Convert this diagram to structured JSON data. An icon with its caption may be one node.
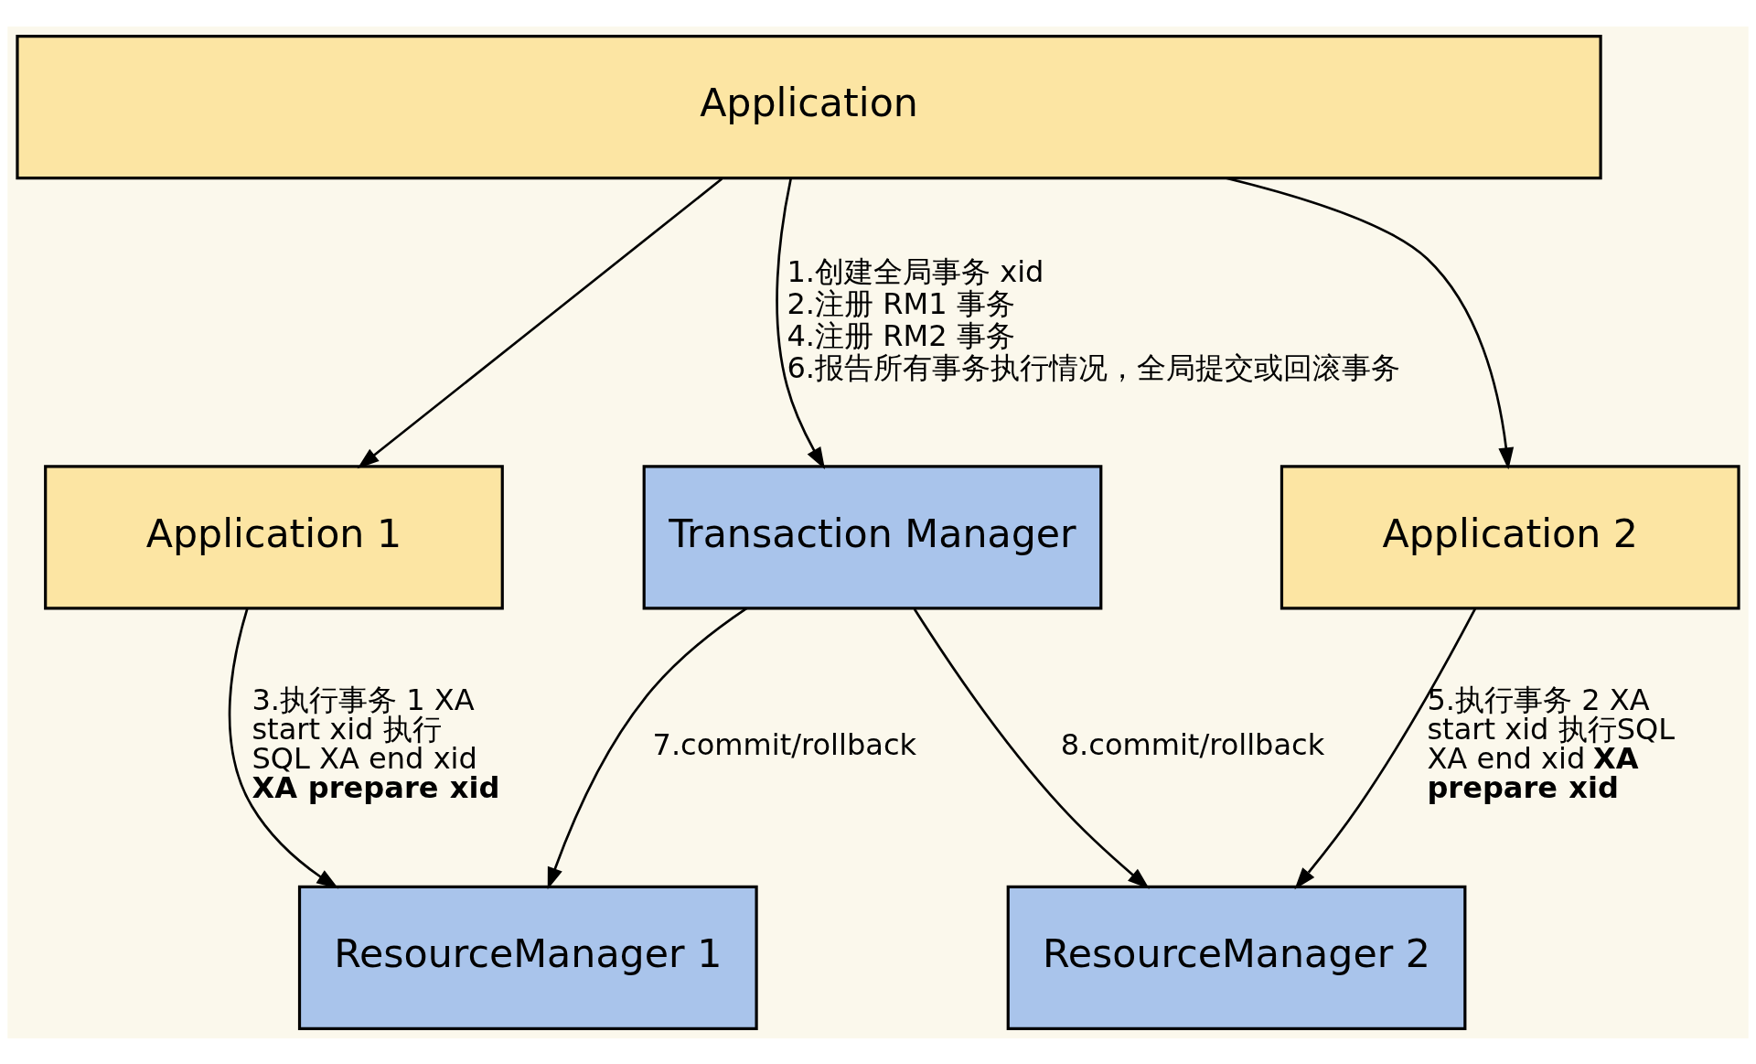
{
  "diagram": {
    "nodes": [
      {
        "text": [
          "Application"
        ]
      },
      {
        "text": [
          "Application 1"
        ]
      },
      {
        "text": [
          "Application 2"
        ]
      },
      {
        "text": [
          "Transaction Manager"
        ]
      },
      {
        "text": [
          "ResourceManager 1"
        ]
      },
      {
        "text": [
          "ResourceManager 2"
        ]
      }
    ],
    "edges": [
      {
        "from": 0,
        "to": 3,
        "arrow": "to",
        "label": "1.创建全局事务 xid 2.注册 RM1 事务 4.注册 RM2 事务 6.报告所有事务执行情况，全局提交或回滚事务"
      },
      {
        "from": 0,
        "to": 1,
        "arrow": "to"
      },
      {
        "from": 0,
        "to": 2,
        "arrow": "to"
      },
      {
        "from": 1,
        "to": 4,
        "arrow": "to",
        "label": "3.执行事务 1 XA start xid 执行 SQL XA end xid **XA prepare xid**"
      },
      {
        "from": 2,
        "to": 5,
        "arrow": "to",
        "label": "5.执行事务 2 XA start xid 执行SQL XA end xid **XA prepare xid**"
      },
      {
        "from": 3,
        "to": 4,
        "arrow": "to",
        "label": "7.commit/rollback"
      },
      {
        "from": 3,
        "to": 5,
        "arrow": "to",
        "label": "8.commit/rollback"
      }
    ]
  }
}
